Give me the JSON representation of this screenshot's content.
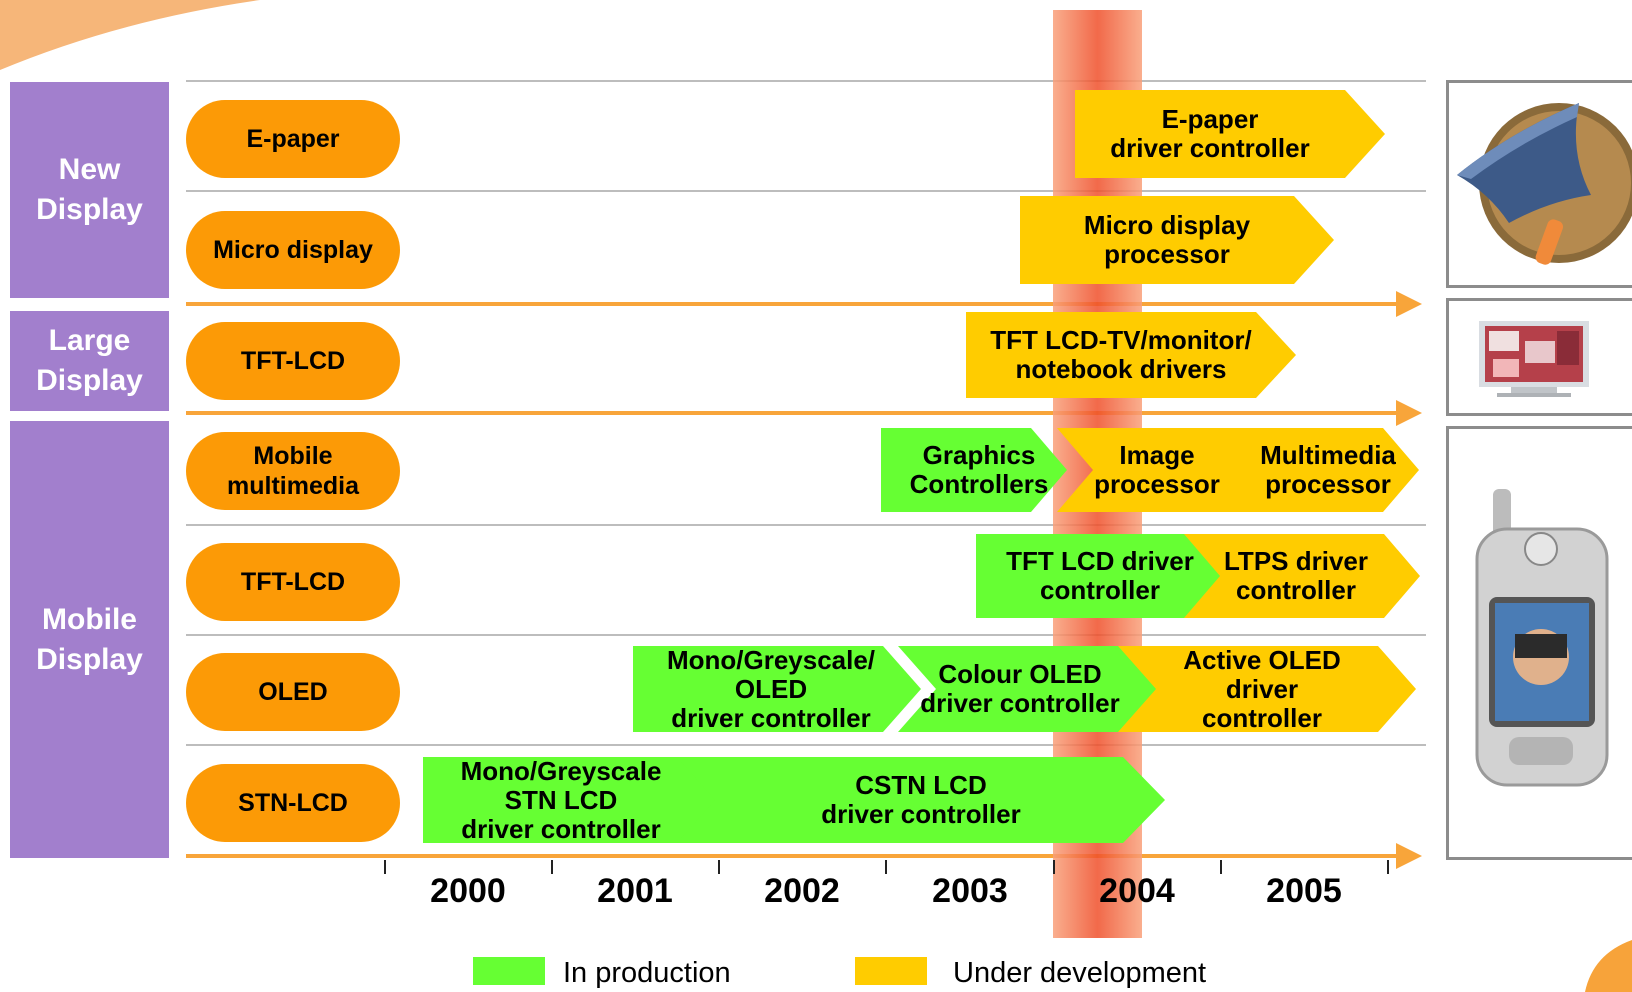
{
  "colors": {
    "in_production": "#66ff33",
    "under_development": "#ffcc00",
    "category": "#a27fcd",
    "technology_pill": "#fc9a06",
    "current_year_band": "#f26b3a"
  },
  "categories": [
    {
      "label": "New Display"
    },
    {
      "label": "Large Display"
    },
    {
      "label": "Mobile Display"
    }
  ],
  "technologies": [
    "E-paper",
    "Micro display",
    "TFT-LCD",
    "Mobile multimedia",
    "TFT-LCD",
    "OLED",
    "STN-LCD"
  ],
  "products": [
    {
      "name": "E-paper driver controller",
      "status": "Under development",
      "row": "E-paper"
    },
    {
      "name": "Micro display processor",
      "status": "Under development",
      "row": "Micro display"
    },
    {
      "name": "TFT LCD-TV/monitor/ notebook drivers",
      "status": "Under development",
      "row": "TFT-LCD (Large)"
    },
    {
      "name": "Graphics Controllers",
      "status": "In production",
      "row": "Mobile multimedia"
    },
    {
      "name": "Image processor",
      "status": "Under development",
      "row": "Mobile multimedia"
    },
    {
      "name": "Multimedia processor",
      "status": "Under development",
      "row": "Mobile multimedia"
    },
    {
      "name": "TFT LCD driver controller",
      "status": "In production",
      "row": "TFT-LCD (Mobile)"
    },
    {
      "name": "LTPS driver controller",
      "status": "Under development",
      "row": "TFT-LCD (Mobile)"
    },
    {
      "name": "Mono/Greyscale/ OLED driver controller",
      "status": "In production",
      "row": "OLED"
    },
    {
      "name": "Colour OLED driver controller",
      "status": "In production",
      "row": "OLED"
    },
    {
      "name": "Active OLED driver controller",
      "status": "Under development",
      "row": "OLED"
    },
    {
      "name": "Mono/Greyscale STN LCD driver controller",
      "status": "In production",
      "row": "STN-LCD"
    },
    {
      "name": "CSTN LCD driver controller",
      "status": "In production",
      "row": "STN-LCD"
    }
  ],
  "years": [
    "2000",
    "2001",
    "2002",
    "2003",
    "2004",
    "2005"
  ],
  "legend": {
    "in_production": "In production",
    "under_development": "Under development"
  },
  "labels": {
    "cat_new_l1": "New",
    "cat_new_l2": "Display",
    "cat_large_l1": "Large",
    "cat_large_l2": "Display",
    "cat_mobile_l1": "Mobile",
    "cat_mobile_l2": "Display",
    "pill_epaper": "E-paper",
    "pill_micro": "Micro display",
    "pill_tft_large": "TFT-LCD",
    "pill_mm_l1": "Mobile",
    "pill_mm_l2": "multimedia",
    "pill_tft_mobile": "TFT-LCD",
    "pill_oled": "OLED",
    "pill_stn": "STN-LCD",
    "p_epaper_l1": "E-paper",
    "p_epaper_l2": "driver controller",
    "p_micro_l1": "Micro display",
    "p_micro_l2": "processor",
    "p_tfttv_l1": "TFT LCD-TV/monitor/",
    "p_tfttv_l2": "notebook drivers",
    "p_gfx_l1": "Graphics",
    "p_gfx_l2": "Controllers",
    "p_img_l1": "Image",
    "p_img_l2": "processor",
    "p_mm_l1": "Multimedia",
    "p_mm_l2": "processor",
    "p_tftdrv_l1": "TFT LCD driver",
    "p_tftdrv_l2": "controller",
    "p_ltps_l1": "LTPS driver",
    "p_ltps_l2": "controller",
    "p_monooled_l1": "Mono/Greyscale/",
    "p_monooled_l2": "OLED",
    "p_monooled_l3": "driver controller",
    "p_coled_l1": "Colour OLED",
    "p_coled_l2": "driver controller",
    "p_aoled_l1": "Active OLED",
    "p_aoled_l2": "driver",
    "p_aoled_l3": "controller",
    "p_monostn_l1": "Mono/Greyscale",
    "p_monostn_l2": "STN LCD",
    "p_monostn_l3": "driver controller",
    "p_cstn_l1": "CSTN LCD",
    "p_cstn_l2": "driver controller"
  }
}
